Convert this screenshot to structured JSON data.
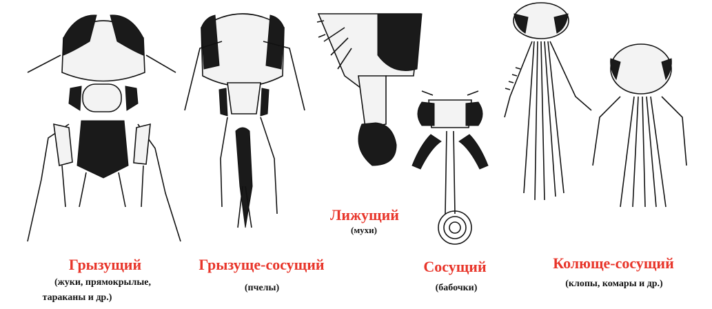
{
  "colors": {
    "type_label": "#e8352a",
    "ink": "#111111",
    "background": "#ffffff"
  },
  "mouthparts": [
    {
      "type": "Грызущий",
      "examples_line1": "(жуки, прямокрылые,",
      "examples_line2": "тараканы и др.)"
    },
    {
      "type": "Грызуще-сосущий",
      "examples_line1": "(пчелы)"
    },
    {
      "type": "Лижущий",
      "examples_line1": "(мухи)"
    },
    {
      "type": "Сосущий",
      "examples_line1": "(бабочки)"
    },
    {
      "type": "Колюще-сосущий",
      "examples_line1": "(клопы, комары и др.)"
    }
  ]
}
